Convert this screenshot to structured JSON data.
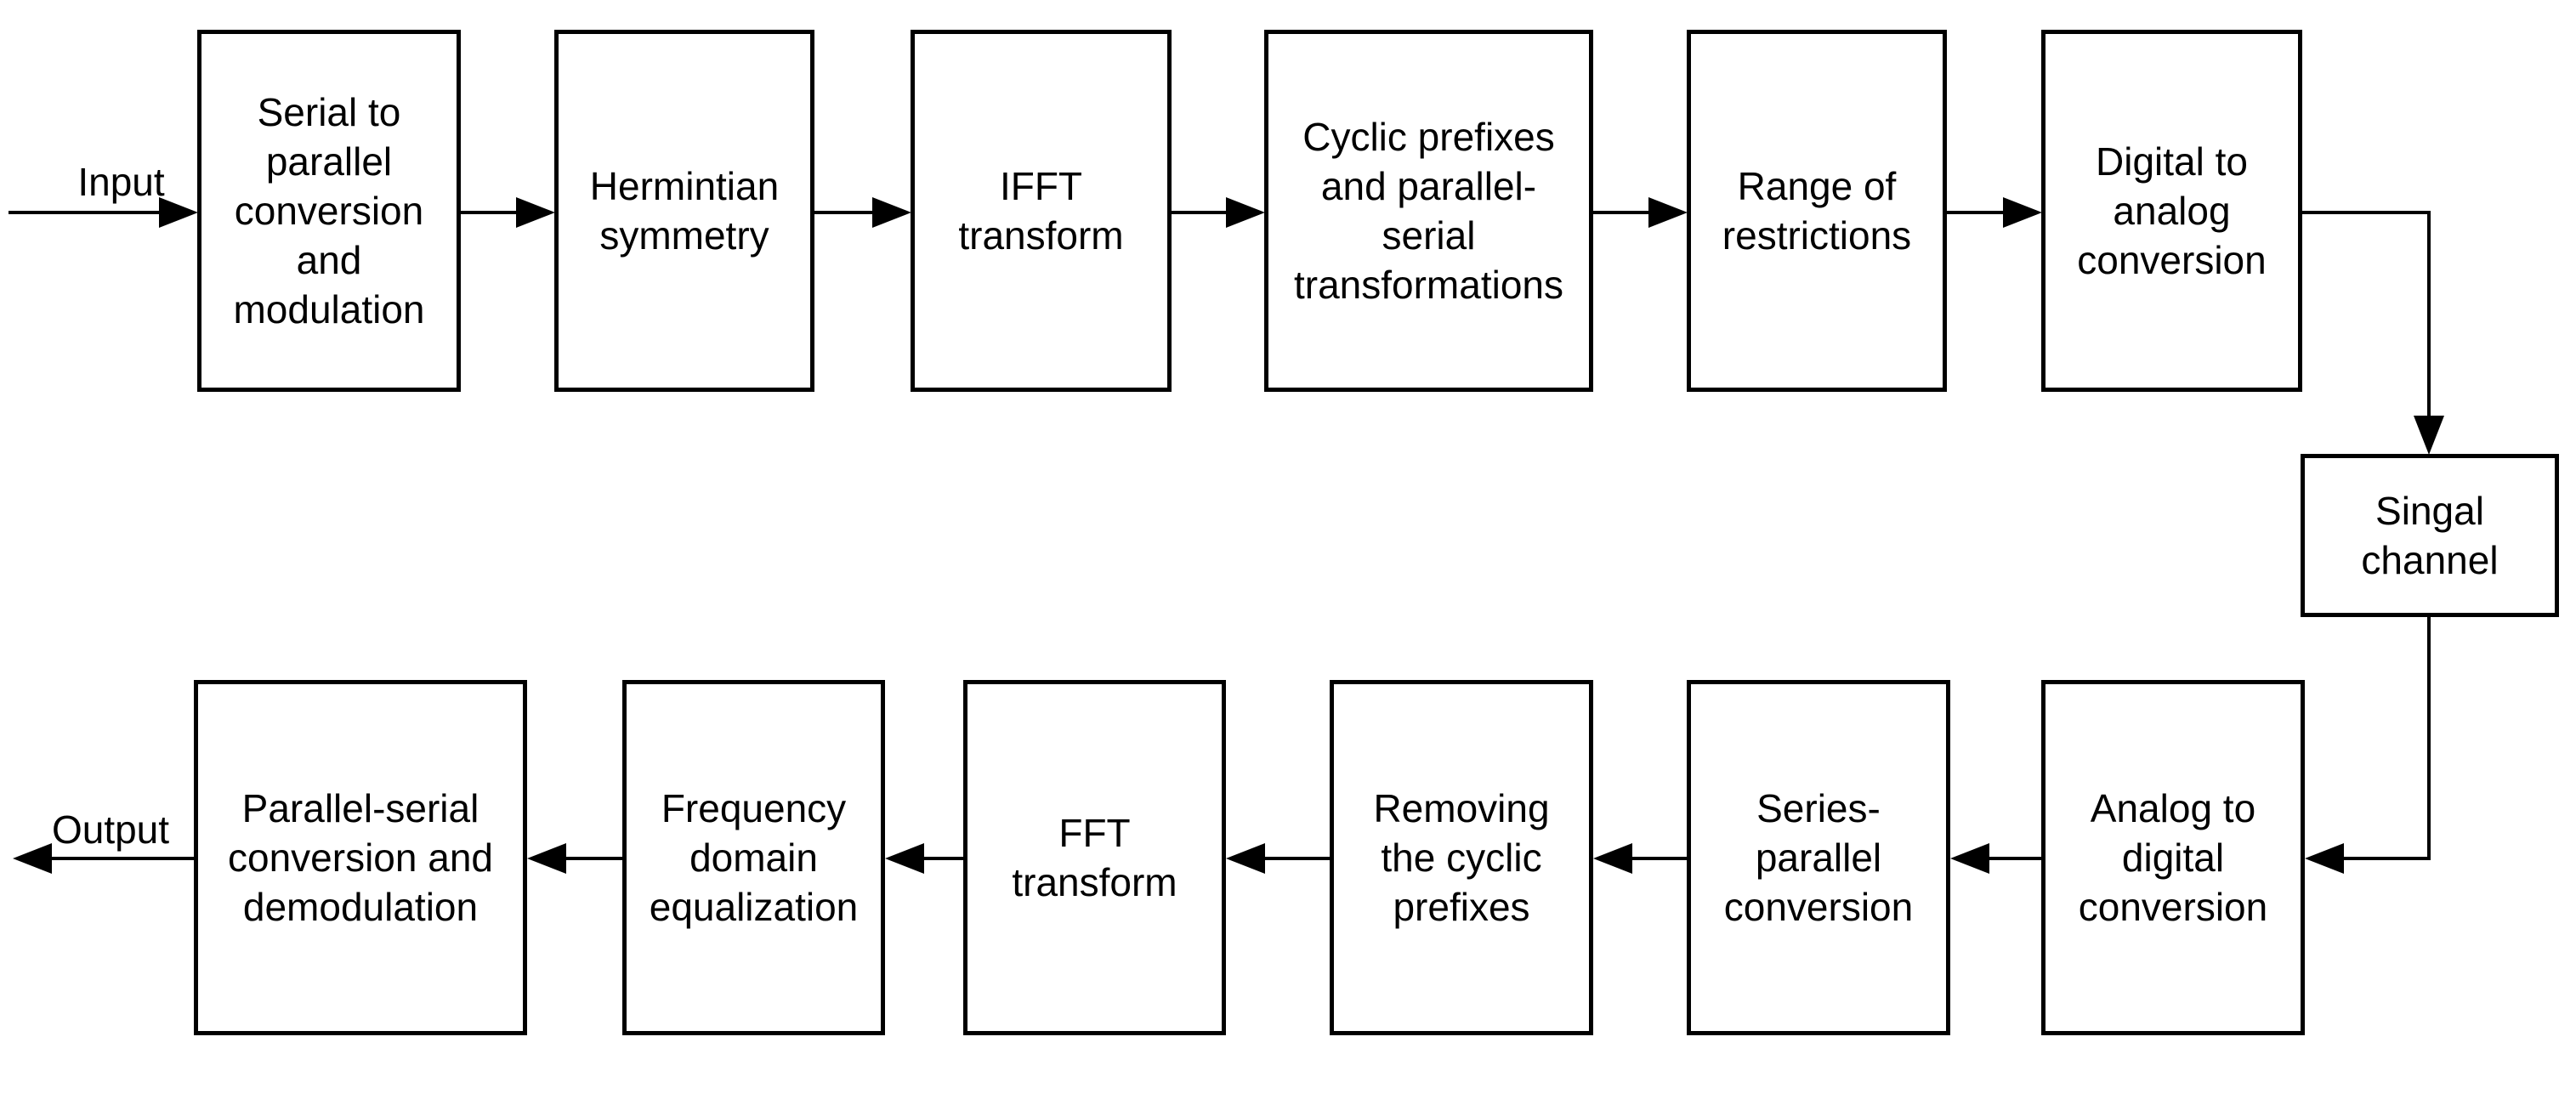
{
  "io": {
    "input_label": "Input",
    "output_label": "Output"
  },
  "blocks": {
    "top": [
      "Serial to\nparallel\nconversion\nand\nmodulation",
      "Hermintian\nsymmetry",
      "IFFT\ntransform",
      "Cyclic prefixes\nand parallel-\nserial\ntransformations",
      "Range of\nrestrictions",
      "Digital to\nanalog\nconversion"
    ],
    "channel": "Singal\nchannel",
    "bottom": [
      "Analog to\ndigital\nconversion",
      "Series-\nparallel\nconversion",
      "Removing\nthe cyclic\nprefixes",
      "FFT\ntransform",
      "Frequency\ndomain\nequalization",
      "Parallel-serial\nconversion and\ndemodulation"
    ]
  },
  "colors": {
    "line": "#000000",
    "background": "#ffffff",
    "text": "#000000"
  }
}
